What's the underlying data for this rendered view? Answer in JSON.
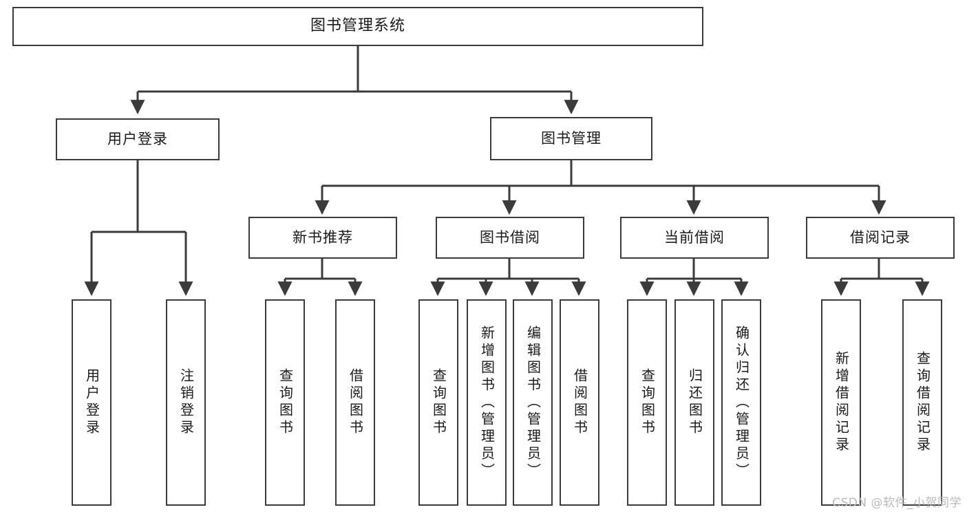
{
  "diagram": {
    "title": "图书管理系统",
    "watermark": "CSDN @软件_小贺同学",
    "colors": {
      "stroke": "#3b3b3b",
      "fill": "#ffffff",
      "text": "#1a1a1a",
      "watermark": "#b9b9b9"
    },
    "levels": {
      "root": "图书管理系统",
      "level2": [
        "用户登录",
        "图书管理"
      ],
      "level3": [
        "新书推荐",
        "图书借阅",
        "当前借阅",
        "借阅记录"
      ]
    },
    "nodes": {
      "root": {
        "label": "图书管理系统"
      },
      "user_login": {
        "label": "用户登录"
      },
      "book_manage": {
        "label": "图书管理"
      },
      "new_book_rec": {
        "label": "新书推荐"
      },
      "book_borrow": {
        "label": "图书借阅"
      },
      "current_borrow": {
        "label": "当前借阅"
      },
      "borrow_record": {
        "label": "借阅记录"
      },
      "leaf_user_login": {
        "label": "用户登录"
      },
      "leaf_logout": {
        "label": "注销登录"
      },
      "leaf_query_book_a": {
        "label": "查询图书"
      },
      "leaf_borrow_book_a": {
        "label": "借阅图书"
      },
      "leaf_query_book_b": {
        "label": "查询图书"
      },
      "leaf_add_book": {
        "label": "新增图书（管理员）"
      },
      "leaf_edit_book": {
        "label": "编辑图书（管理员）"
      },
      "leaf_borrow_book_b": {
        "label": "借阅图书"
      },
      "leaf_query_book_c": {
        "label": "查询图书"
      },
      "leaf_return_book": {
        "label": "归还图书"
      },
      "leaf_confirm_return": {
        "label": "确认归还（管理员）"
      },
      "leaf_add_record": {
        "label": "新增借阅记录"
      },
      "leaf_query_record": {
        "label": "查询借阅记录"
      }
    }
  }
}
